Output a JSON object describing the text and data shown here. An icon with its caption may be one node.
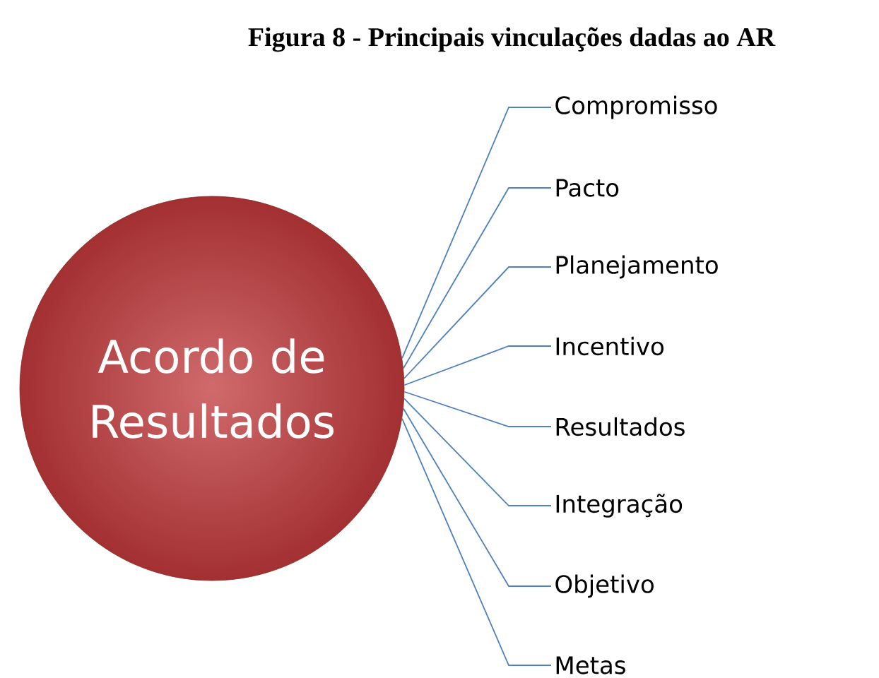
{
  "diagram": {
    "title": "Figura 8 - Principais vinculações dadas ao AR",
    "nodes": [
      {
        "text": [
          "Acordo de Resultados"
        ]
      },
      {
        "text": [
          "Compromisso"
        ]
      },
      {
        "text": [
          "Pacto"
        ]
      },
      {
        "text": [
          "Planejamento"
        ]
      },
      {
        "text": [
          "Incentivo"
        ]
      },
      {
        "text": [
          "Resultados"
        ]
      },
      {
        "text": [
          "Integração"
        ]
      },
      {
        "text": [
          "Objetivo"
        ]
      },
      {
        "text": [
          "Metas"
        ]
      }
    ],
    "edges": [
      {
        "from": 0,
        "to": 1,
        "arrow": "none"
      },
      {
        "from": 0,
        "to": 2,
        "arrow": "none"
      },
      {
        "from": 0,
        "to": 3,
        "arrow": "none"
      },
      {
        "from": 0,
        "to": 4,
        "arrow": "none"
      },
      {
        "from": 0,
        "to": 5,
        "arrow": "none"
      },
      {
        "from": 0,
        "to": 6,
        "arrow": "none"
      },
      {
        "from": 0,
        "to": 7,
        "arrow": "none"
      },
      {
        "from": 0,
        "to": 8,
        "arrow": "none"
      }
    ]
  }
}
